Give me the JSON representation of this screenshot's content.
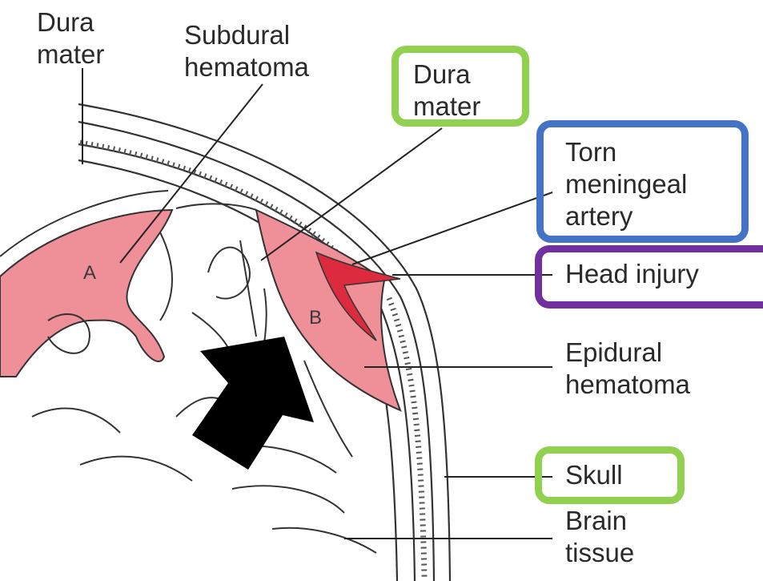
{
  "labels": {
    "dura_mater_top": [
      "Dura",
      "mater"
    ],
    "subdural_hematoma": [
      "Subdural",
      "hematoma"
    ],
    "dura_mater_boxed": [
      "Dura",
      "mater"
    ],
    "torn_meningeal_artery": [
      "Torn",
      "meningeal",
      "artery"
    ],
    "head_injury": "Head injury",
    "epidural_hematoma": [
      "Epidural",
      "hematoma"
    ],
    "skull": "Skull",
    "brain_tissue": [
      "Brain",
      "tissue"
    ]
  },
  "regions": {
    "a": "A",
    "b": "B"
  },
  "colors": {
    "hematoma_fill": "#ef8f98",
    "artery_fill": "#dc2a3f",
    "outline": "#333333",
    "box_green": "#92d050",
    "box_blue": "#4472c4",
    "box_purple": "#7030a0",
    "arrow": "#000000"
  },
  "icons": {
    "pointer": "black-arrow-icon"
  }
}
